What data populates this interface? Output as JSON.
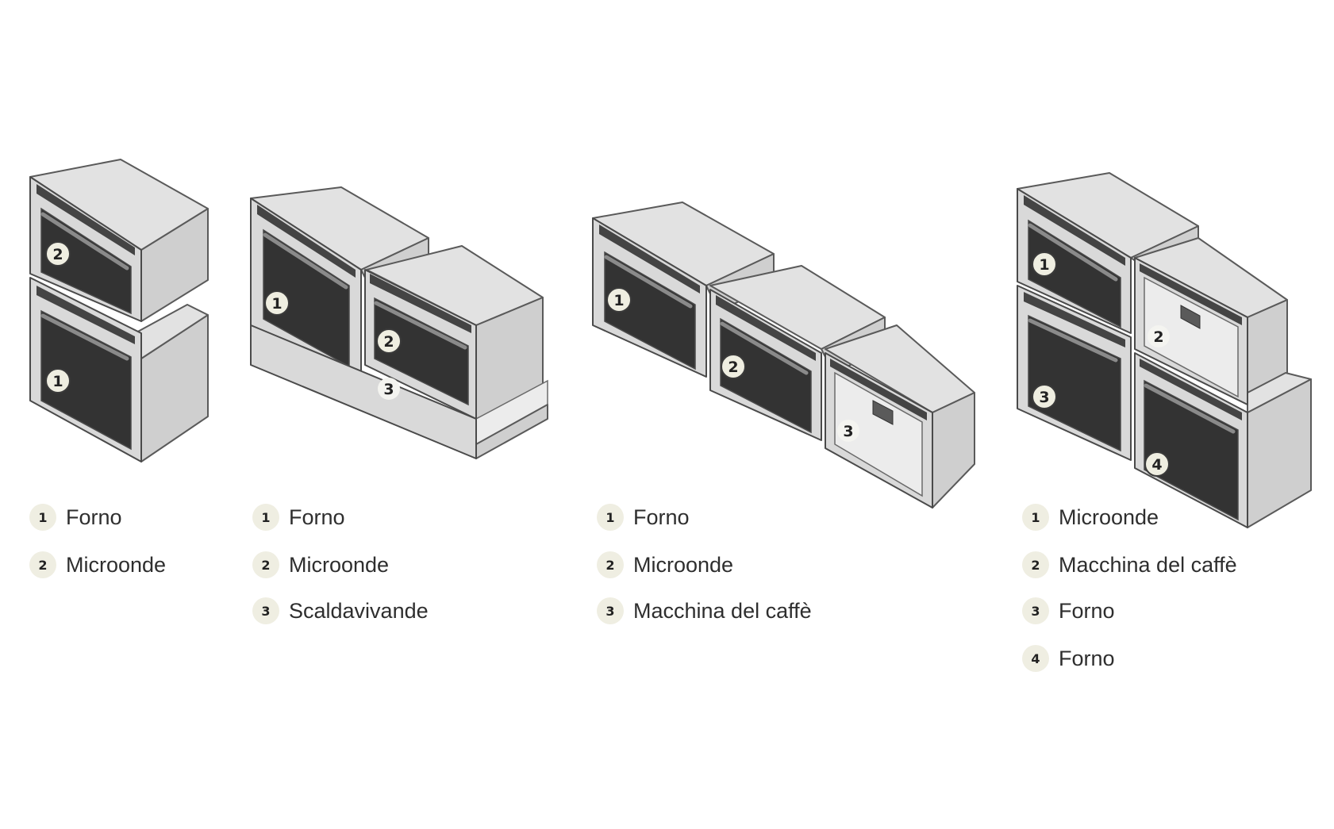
{
  "configurations": [
    {
      "badges": [
        "2",
        "1"
      ],
      "legend": [
        {
          "number": "1",
          "label": "Forno"
        },
        {
          "number": "2",
          "label": "Microonde"
        }
      ]
    },
    {
      "badges": [
        "1",
        "2",
        "3"
      ],
      "legend": [
        {
          "number": "1",
          "label": "Forno"
        },
        {
          "number": "2",
          "label": "Microonde"
        },
        {
          "number": "3",
          "label": "Scaldavivande"
        }
      ]
    },
    {
      "badges": [
        "1",
        "2",
        "3"
      ],
      "legend": [
        {
          "number": "1",
          "label": "Forno"
        },
        {
          "number": "2",
          "label": "Microonde"
        },
        {
          "number": "3",
          "label": "Macchina del caffè"
        }
      ]
    },
    {
      "badges": [
        "1",
        "2",
        "3",
        "4"
      ],
      "legend": [
        {
          "number": "1",
          "label": "Microonde"
        },
        {
          "number": "2",
          "label": "Macchina del caffè"
        },
        {
          "number": "3",
          "label": "Forno"
        },
        {
          "number": "4",
          "label": "Forno"
        }
      ]
    }
  ]
}
